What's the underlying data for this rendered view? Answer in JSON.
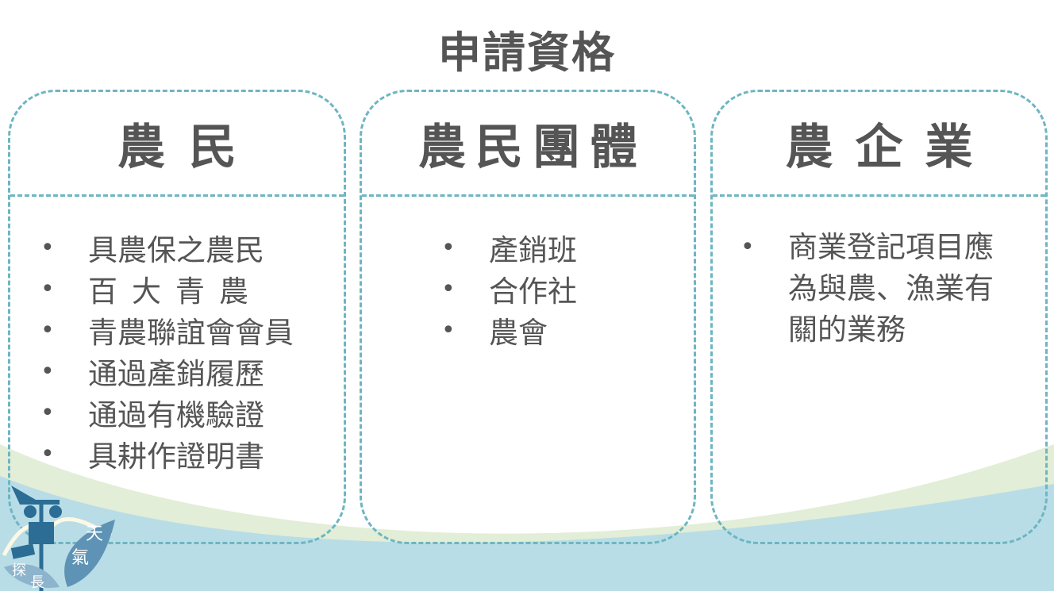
{
  "title": "申請資格",
  "cards": [
    {
      "heading": "農民",
      "items": [
        "具農保之農民",
        "百大青農",
        "青農聯誼會會員",
        "通過產銷履歷",
        "通過有機驗證",
        "具耕作證明書"
      ]
    },
    {
      "heading": "農民團體",
      "items": [
        "產銷班",
        "合作社",
        "農會"
      ]
    },
    {
      "heading": "農企業",
      "items": [
        "商業登記項目應為與農、漁業有關的業務"
      ]
    }
  ],
  "bullet": "•",
  "logo": {
    "text": "天氣探長"
  },
  "colors": {
    "border": "#6db6c2",
    "green": "#e2eed7",
    "blue": "#b9dde6",
    "text": "#555555"
  }
}
